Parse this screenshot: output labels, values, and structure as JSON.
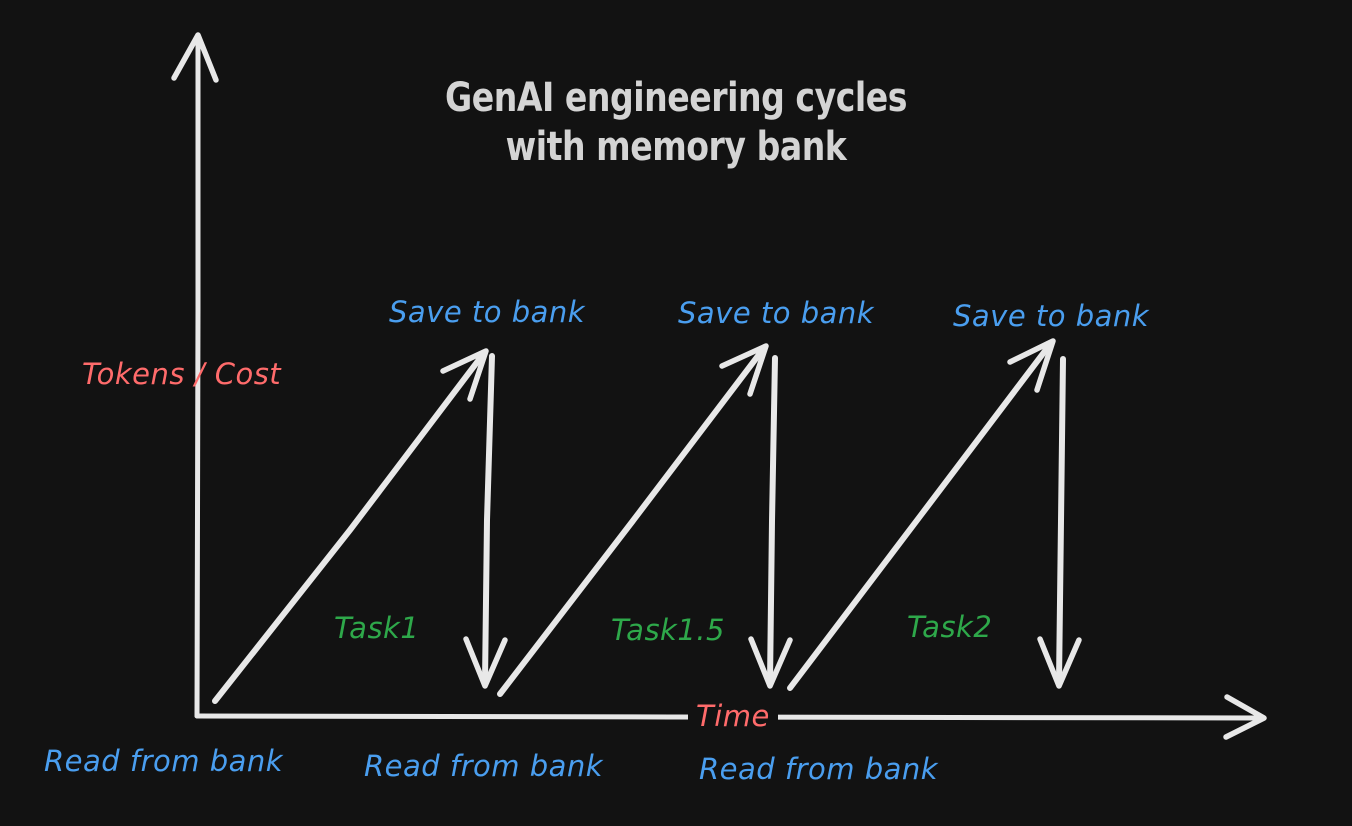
{
  "background_color": "#121212",
  "title": {
    "line1": "GenAI engineering cycles",
    "line2": "with memory bank",
    "color": "#d4d4d4"
  },
  "axes": {
    "y_label": "Tokens / Cost",
    "x_label": "Time",
    "label_color": "#ff6b6b",
    "line_color": "#e8e8e8"
  },
  "save_labels": [
    {
      "text": "Save to bank"
    },
    {
      "text": "Save to bank"
    },
    {
      "text": "Save to bank"
    }
  ],
  "read_labels": [
    {
      "text": "Read from bank"
    },
    {
      "text": "Read from bank"
    },
    {
      "text": "Read from bank"
    }
  ],
  "task_labels": [
    {
      "text": "Task1"
    },
    {
      "text": "Task1.5"
    },
    {
      "text": "Task2"
    }
  ],
  "colors": {
    "bank": "#4a9eef",
    "task": "#2ea84a",
    "axis_text": "#ff6b6b",
    "stroke": "#e8e8e8"
  },
  "chart_data": {
    "type": "line",
    "title": "GenAI engineering cycles with memory bank",
    "xlabel": "Time",
    "ylabel": "Tokens / Cost",
    "grid": false,
    "legend": "none",
    "description": "Sawtooth diagram: three cycles where token cost ramps up during a task then drops back to a low baseline after saving to the memory bank.",
    "cycles": [
      {
        "task": "Task1",
        "ramp_start": [
          0.0,
          0.03
        ],
        "ramp_peak": [
          0.27,
          1.0
        ],
        "reset_end": [
          0.27,
          0.05
        ]
      },
      {
        "task": "Task1.5",
        "ramp_start": [
          0.29,
          0.04
        ],
        "ramp_peak": [
          0.54,
          1.0
        ],
        "reset_end": [
          0.54,
          0.05
        ]
      },
      {
        "task": "Task2",
        "ramp_start": [
          0.56,
          0.04
        ],
        "ramp_peak": [
          0.81,
          1.0
        ],
        "reset_end": [
          0.81,
          0.05
        ]
      }
    ],
    "annotations": [
      {
        "text": "Save to bank",
        "at": "peak",
        "color": "#4a9eef"
      },
      {
        "text": "Read from bank",
        "at": "trough",
        "color": "#4a9eef"
      },
      {
        "text": "Task1",
        "at": "cycle-1",
        "color": "#2ea84a"
      },
      {
        "text": "Task1.5",
        "at": "cycle-2",
        "color": "#2ea84a"
      },
      {
        "text": "Task2",
        "at": "cycle-3",
        "color": "#2ea84a"
      }
    ]
  }
}
